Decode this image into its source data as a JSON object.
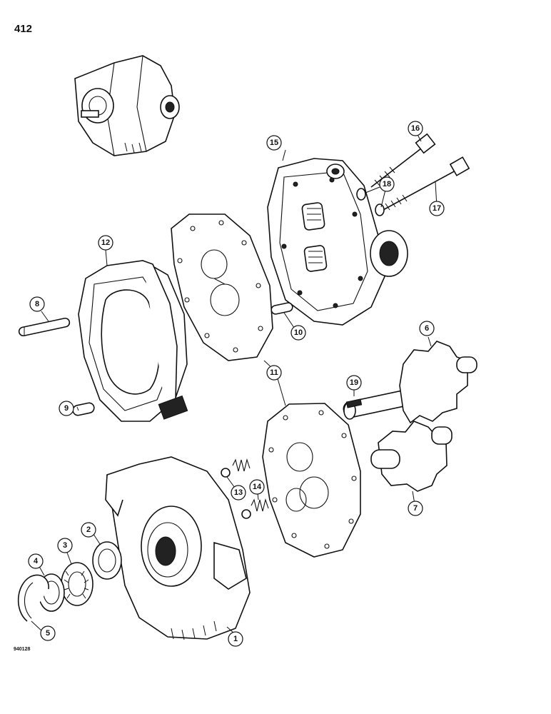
{
  "page": {
    "number": "412",
    "figure_code": "940128"
  },
  "callouts": [
    {
      "label": "1"
    },
    {
      "label": "2"
    },
    {
      "label": "3"
    },
    {
      "label": "4"
    },
    {
      "label": "5"
    },
    {
      "label": "6"
    },
    {
      "label": "7"
    },
    {
      "label": "8"
    },
    {
      "label": "9"
    },
    {
      "label": "10"
    },
    {
      "label": "11"
    },
    {
      "label": "12"
    },
    {
      "label": "13"
    },
    {
      "label": "14"
    },
    {
      "label": "15"
    },
    {
      "label": "16"
    },
    {
      "label": "17"
    },
    {
      "label": "18"
    },
    {
      "label": "19"
    }
  ]
}
